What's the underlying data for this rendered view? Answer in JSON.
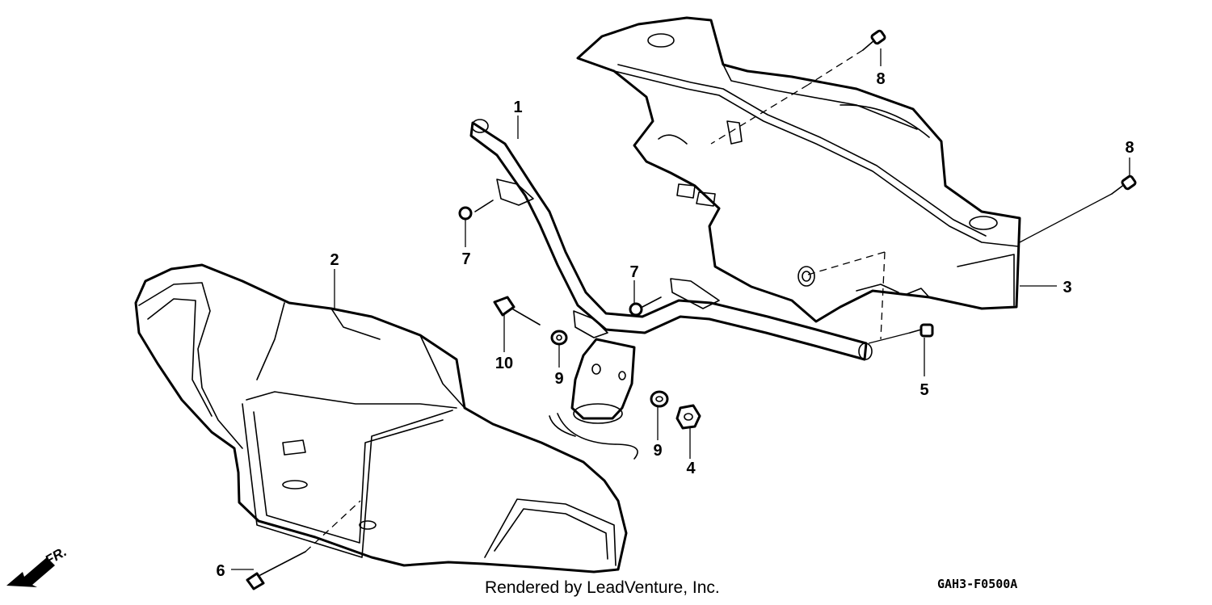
{
  "diagram": {
    "callouts": {
      "c1": "1",
      "c2": "2",
      "c3": "3",
      "c4": "4",
      "c5": "5",
      "c6": "6",
      "c7a": "7",
      "c7b": "7",
      "c8a": "8",
      "c8b": "8",
      "c9a": "9",
      "c9b": "9",
      "c10": "10"
    },
    "front_marker": "FR.",
    "credit": "Rendered by LeadVenture, Inc.",
    "diagram_code": "GAH3-F0500A"
  }
}
